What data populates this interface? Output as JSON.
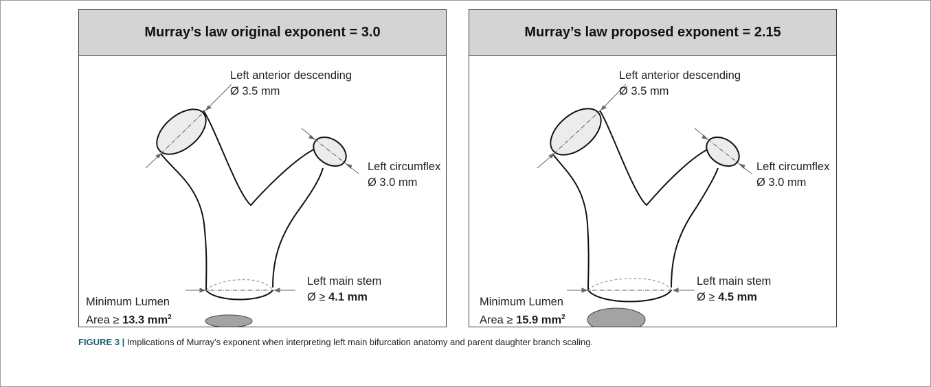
{
  "panels": [
    {
      "title": "Murray’s law original exponent = 3.0",
      "lad": {
        "name": "Left anterior descending",
        "diameter": "Ø 3.5 mm"
      },
      "lcx": {
        "name": "Left circumflex",
        "diameter": "Ø 3.0 mm"
      },
      "lms": {
        "name": "Left main stem",
        "diameter_prefix": "Ø ≥ ",
        "diameter_value": "4.1 mm"
      },
      "mla": {
        "label": "Minimum Lumen",
        "area_prefix": "Area ≥ ",
        "area_value": "13.3 mm",
        "area_unit_sup": "2"
      }
    },
    {
      "title": "Murray’s law proposed exponent = 2.15",
      "lad": {
        "name": "Left anterior descending",
        "diameter": "Ø 3.5 mm"
      },
      "lcx": {
        "name": "Left circumflex",
        "diameter": "Ø 3.0 mm"
      },
      "lms": {
        "name": "Left main stem",
        "diameter_prefix": "Ø ≥ ",
        "diameter_value": "4.5 mm"
      },
      "mla": {
        "label": "Minimum Lumen",
        "area_prefix": "Area ≥ ",
        "area_value": "15.9 mm",
        "area_unit_sup": "2"
      }
    }
  ],
  "caption": {
    "figure_label": "FIGURE 3 |",
    "text": " Implications of Murray’s exponent when interpreting left main bifurcation anatomy and parent daughter branch scaling."
  },
  "colors": {
    "header_fill": "#d4d4d4",
    "vessel_cap_fill": "#ececec",
    "lumen_fill": "#a3a3a3",
    "caption_label": "#1a5d7a"
  }
}
